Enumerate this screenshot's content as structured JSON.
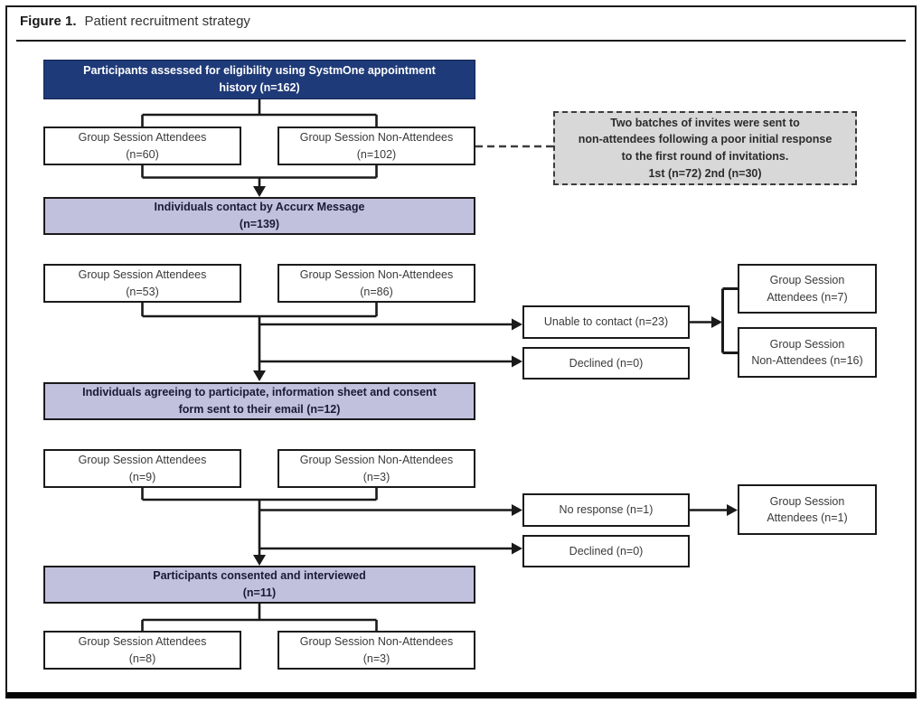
{
  "figure": {
    "label": "Figure 1.",
    "title": "Patient recruitment strategy"
  },
  "colors": {
    "navy": "#1f3a78",
    "lavender": "#c1c1dd",
    "note_gray": "#d8d8d8",
    "line": "#1a1a1a"
  },
  "nodes": {
    "eligibility": "Participants assessed for eligibility using SystmOne appointment\nhistory (n=162)",
    "row1_attendees": "Group Session Attendees\n(n=60)",
    "row1_non_attendees": "Group Session Non-Attendees\n(n=102)",
    "invite_note": "Two batches of invites were sent to\nnon-attendees following a poor initial response\nto the first round of invitations.\n1st (n=72) 2nd (n=30)",
    "accurx": "Individuals contact by Accurx Message\n(n=139)",
    "row2_attendees": "Group Session Attendees\n(n=53)",
    "row2_non_attendees": "Group Session Non-Attendees\n(n=86)",
    "unable_to_contact": "Unable to contact (n=23)",
    "declined_1": "Declined (n=0)",
    "unable_attendees": "Group Session\nAttendees (n=7)",
    "unable_non_attendees": "Group Session\nNon-Attendees (n=16)",
    "agreeing": "Individuals agreeing to participate, information sheet and consent\nform sent to their email (n=12)",
    "row3_attendees": "Group Session Attendees\n(n=9)",
    "row3_non_attendees": "Group Session Non-Attendees\n(n=3)",
    "no_response": "No response (n=1)",
    "declined_2": "Declined (n=0)",
    "no_response_attendees": "Group Session\nAttendees (n=1)",
    "consented": "Participants consented and interviewed\n(n=11)",
    "row4_attendees": "Group Session Attendees\n(n=8)",
    "row4_non_attendees": "Group Session Non-Attendees\n(n=3)"
  }
}
